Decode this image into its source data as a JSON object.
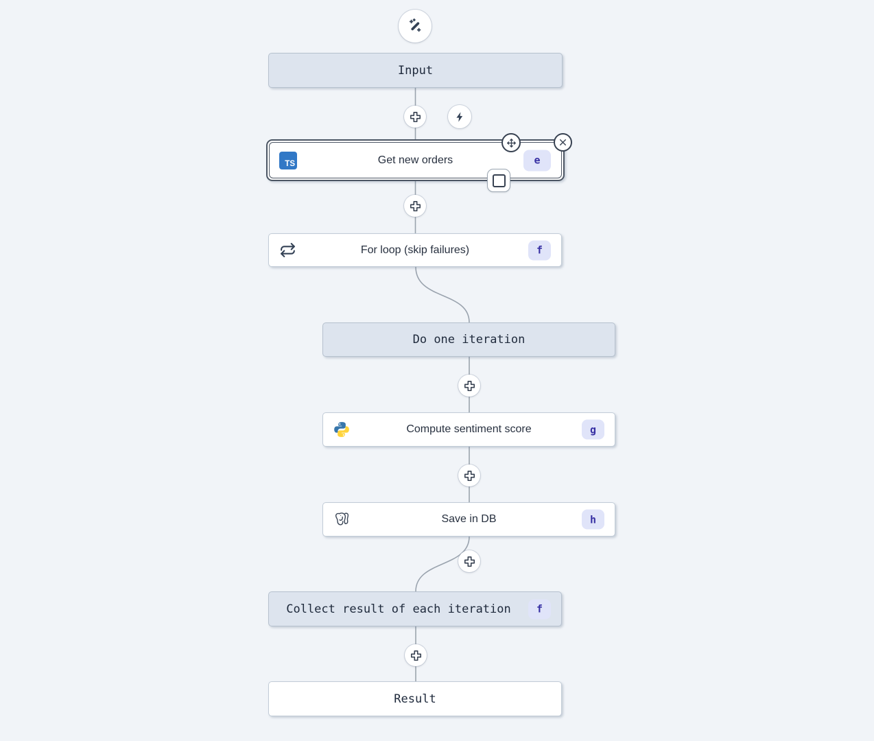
{
  "flow": {
    "builder": {
      "top_icon": "magic-wand-sparkles"
    },
    "input": {
      "label": "Input"
    },
    "trigger_button": {
      "icon": "lightning-bolt"
    },
    "get_new_orders": {
      "label": "Get new orders",
      "badge": "e",
      "language": "typescript",
      "language_abbr": "TS",
      "selected": true,
      "controls": [
        "move",
        "close",
        "stop-after"
      ]
    },
    "for_loop": {
      "label": "For loop (skip failures)",
      "badge": "f",
      "icon": "repeat"
    },
    "do_one_iteration": {
      "label": "Do one iteration"
    },
    "compute_sentiment_score": {
      "label": "Compute sentiment score",
      "badge": "g",
      "language": "python"
    },
    "save_in_db": {
      "label": "Save in DB",
      "badge": "h",
      "language": "postgresql"
    },
    "collect_result": {
      "label": "Collect result of each iteration",
      "badge": "f"
    },
    "result": {
      "label": "Result"
    }
  },
  "colors": {
    "background": "#f1f4f8",
    "virtual_node_bg": "#dde4ee",
    "node_border": "#c2ccd7",
    "selection_border": "#4b5563",
    "connector_line": "#9aa3ae",
    "badge_bg": "#e0e4f9",
    "badge_text": "#3730a3",
    "typescript_blue": "#3178c6",
    "python_blue": "#3776ab",
    "python_yellow": "#ffd43b",
    "icon_dark": "#334155"
  }
}
